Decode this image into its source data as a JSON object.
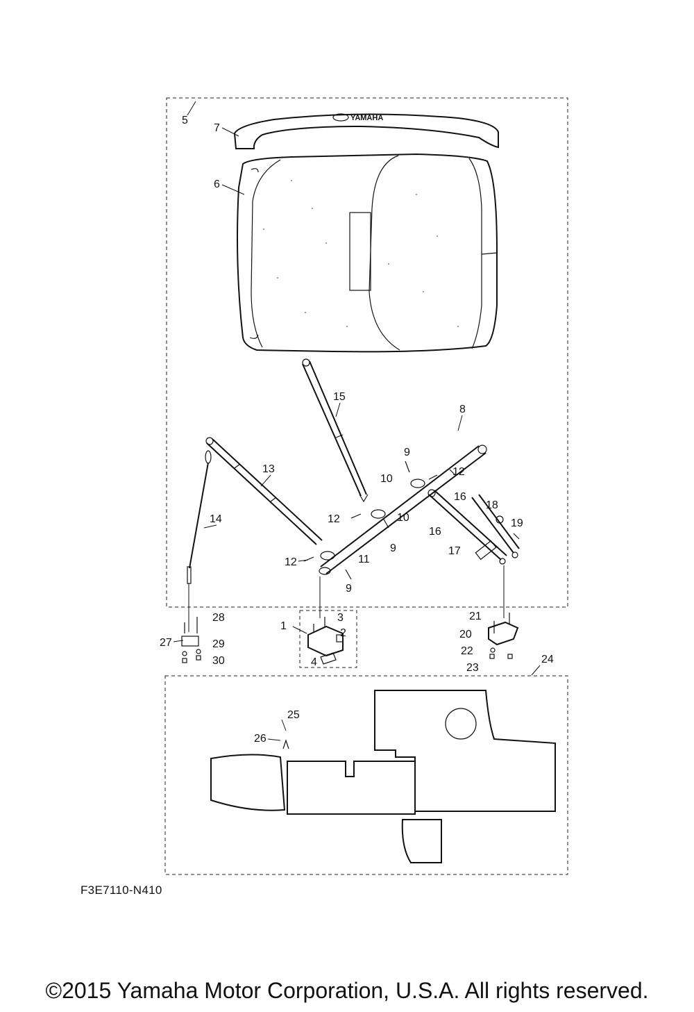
{
  "diagram": {
    "brand_logo": "YAMAHA",
    "part_code": "F3E7110-N410",
    "copyright": "©2015 Yamaha Motor Corporation, U.S.A. All rights reserved.",
    "callouts": {
      "c5": "5",
      "c7": "7",
      "c6": "6",
      "c15": "15",
      "c8": "8",
      "c9a": "9",
      "c10a": "10",
      "c12a": "12",
      "c16a": "16",
      "c18": "18",
      "c13": "13",
      "c12b": "12",
      "c10b": "10",
      "c9b": "9",
      "c16b": "16",
      "c19": "19",
      "c14": "14",
      "c17": "17",
      "c12c": "12",
      "c11": "11",
      "c9c": "9",
      "c28": "28",
      "c3": "3",
      "c21": "21",
      "c1": "1",
      "c2": "2",
      "c27": "27",
      "c29": "29",
      "c20": "20",
      "c22": "22",
      "c30": "30",
      "c4": "4",
      "c24": "24",
      "c23": "23",
      "c25": "25",
      "c26": "26"
    }
  }
}
